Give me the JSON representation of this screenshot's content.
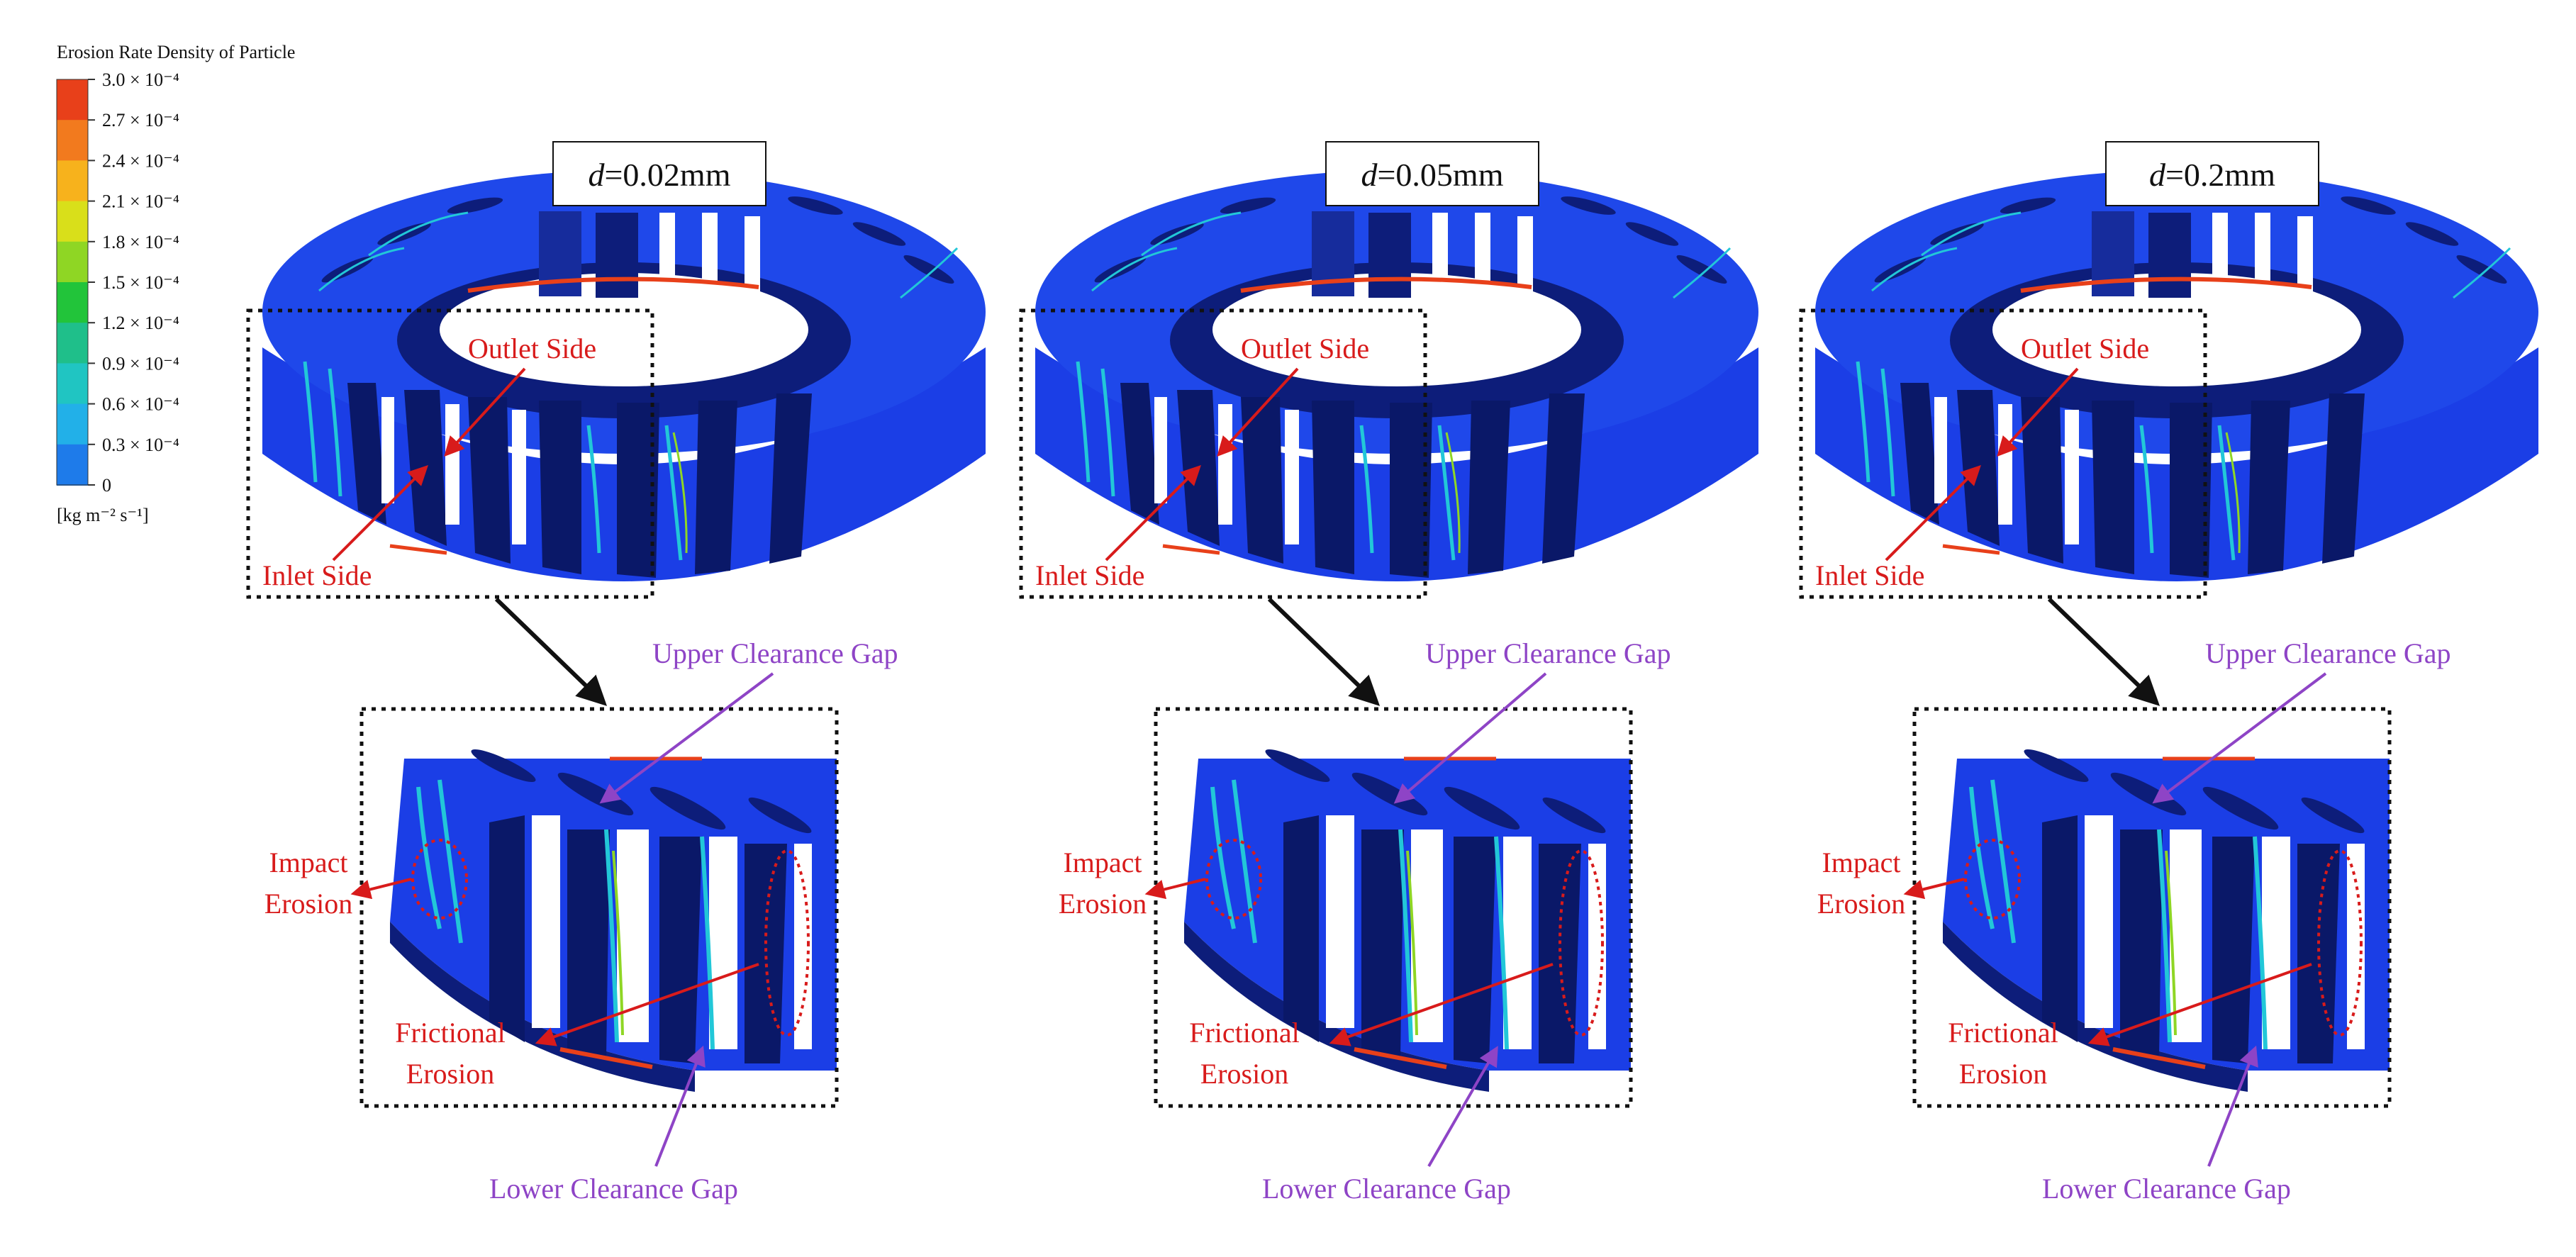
{
  "colorbar": {
    "title": "Erosion Rate Density of Particle",
    "ticks": [
      "3.0 × 10⁻⁴",
      "2.7 × 10⁻⁴",
      "2.4 × 10⁻⁴",
      "2.1 × 10⁻⁴",
      "1.8 × 10⁻⁴",
      "1.5 × 10⁻⁴",
      "1.2 × 10⁻⁴",
      "0.9 × 10⁻⁴",
      "0.6 × 10⁻⁴",
      "0.3 × 10⁻⁴",
      "0"
    ],
    "unit": "[kg m⁻² s⁻¹]",
    "colors": [
      "#e8401a",
      "#f27a1e",
      "#f7b21c",
      "#d9df1a",
      "#8fd624",
      "#22c43a",
      "#1fbf8a",
      "#20c5c2",
      "#22b0e8",
      "#1e7bea",
      "#1b36e8"
    ]
  },
  "panels": [
    {
      "diameter_prefix": "d",
      "diameter_value": "=0.02mm"
    },
    {
      "diameter_prefix": "d",
      "diameter_value": "=0.05mm"
    },
    {
      "diameter_prefix": "d",
      "diameter_value": "=0.2mm"
    }
  ],
  "labels": {
    "outlet_side": "Outlet Side",
    "inlet_side": "Inlet Side",
    "upper_gap": "Upper Clearance Gap",
    "lower_gap": "Lower Clearance Gap",
    "impact_line1": "Impact",
    "impact_line2": "Erosion",
    "frictional_line1": "Frictional",
    "frictional_line2": "Erosion"
  },
  "colors": {
    "annotation_red": "#d81b1b",
    "annotation_purple": "#8e44c6",
    "ring_blue": "#1b3ee6",
    "ring_dark": "#0a1868"
  }
}
